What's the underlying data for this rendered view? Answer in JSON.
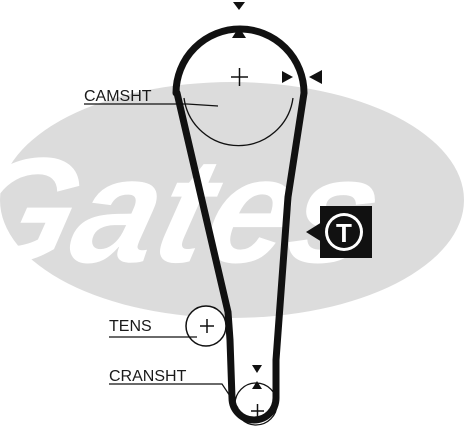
{
  "labels": {
    "camshaft": "CAMSHT",
    "tensioner": "TENS",
    "crankshaft": "CRANSHT",
    "tensioner_badge": "T"
  },
  "brand": {
    "watermark_text": "Gates",
    "registered_mark": "®"
  },
  "colors": {
    "belt": "#111111",
    "watermark": "#dcdcdc",
    "label_text": "#1a1a1a",
    "badge_bg": "#111111",
    "badge_text": "#ffffff"
  },
  "icons": {
    "timing_marks": "triangle-marker",
    "pulley_center": "plus-cross"
  }
}
